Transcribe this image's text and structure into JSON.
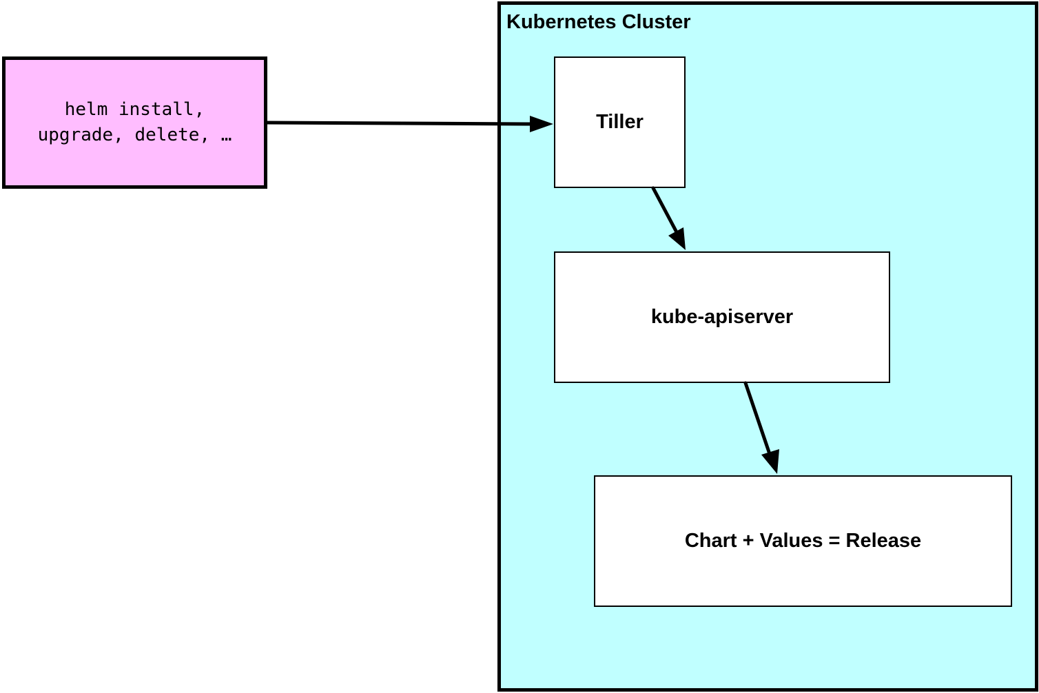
{
  "diagram": {
    "client": {
      "label": "helm install,\nupgrade, delete, …",
      "fill": "#ffbdff"
    },
    "cluster": {
      "title": "Kubernetes Cluster",
      "fill": "#c0ffff"
    },
    "nodes": {
      "tiller": "Tiller",
      "apiserver": "kube-apiserver",
      "release": "Chart + Values = Release"
    },
    "edges": [
      {
        "from": "client",
        "to": "tiller"
      },
      {
        "from": "tiller",
        "to": "apiserver"
      },
      {
        "from": "apiserver",
        "to": "release"
      }
    ]
  }
}
